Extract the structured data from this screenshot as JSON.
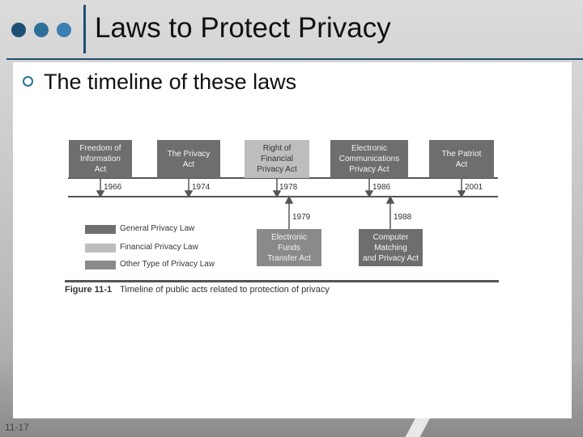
{
  "slide": {
    "title": "Laws to Protect Privacy",
    "bullet": "The timeline of these laws",
    "number": "11-17"
  },
  "figure": {
    "caption_label": "Figure 11-1",
    "caption_text": "Timeline of public acts related to protection of privacy",
    "top_laws": [
      {
        "name": "Freedom of\nInformation\nAct",
        "year": "1966",
        "type": "general"
      },
      {
        "name": "The Privacy\nAct",
        "year": "1974",
        "type": "general"
      },
      {
        "name": "Right of\nFinancial\nPrivacy Act",
        "year": "1978",
        "type": "financial"
      },
      {
        "name": "Electronic\nCommunications\nPrivacy Act",
        "year": "1986",
        "type": "general"
      },
      {
        "name": "The Patriot\nAct",
        "year": "2001",
        "type": "general"
      }
    ],
    "bottom_laws": [
      {
        "name": "Electronic\nFunds\nTransfer Act",
        "year": "1979",
        "type": "other"
      },
      {
        "name": "Computer\nMatching\nand Privacy Act",
        "year": "1988",
        "type": "general"
      }
    ],
    "legend": [
      {
        "label": "General Privacy Law",
        "color": "#6e6e6e"
      },
      {
        "label": "Financial Privacy Law",
        "color": "#bdbdbd"
      },
      {
        "label": "Other Type of Privacy Law",
        "color": "#8a8a8a"
      }
    ]
  }
}
